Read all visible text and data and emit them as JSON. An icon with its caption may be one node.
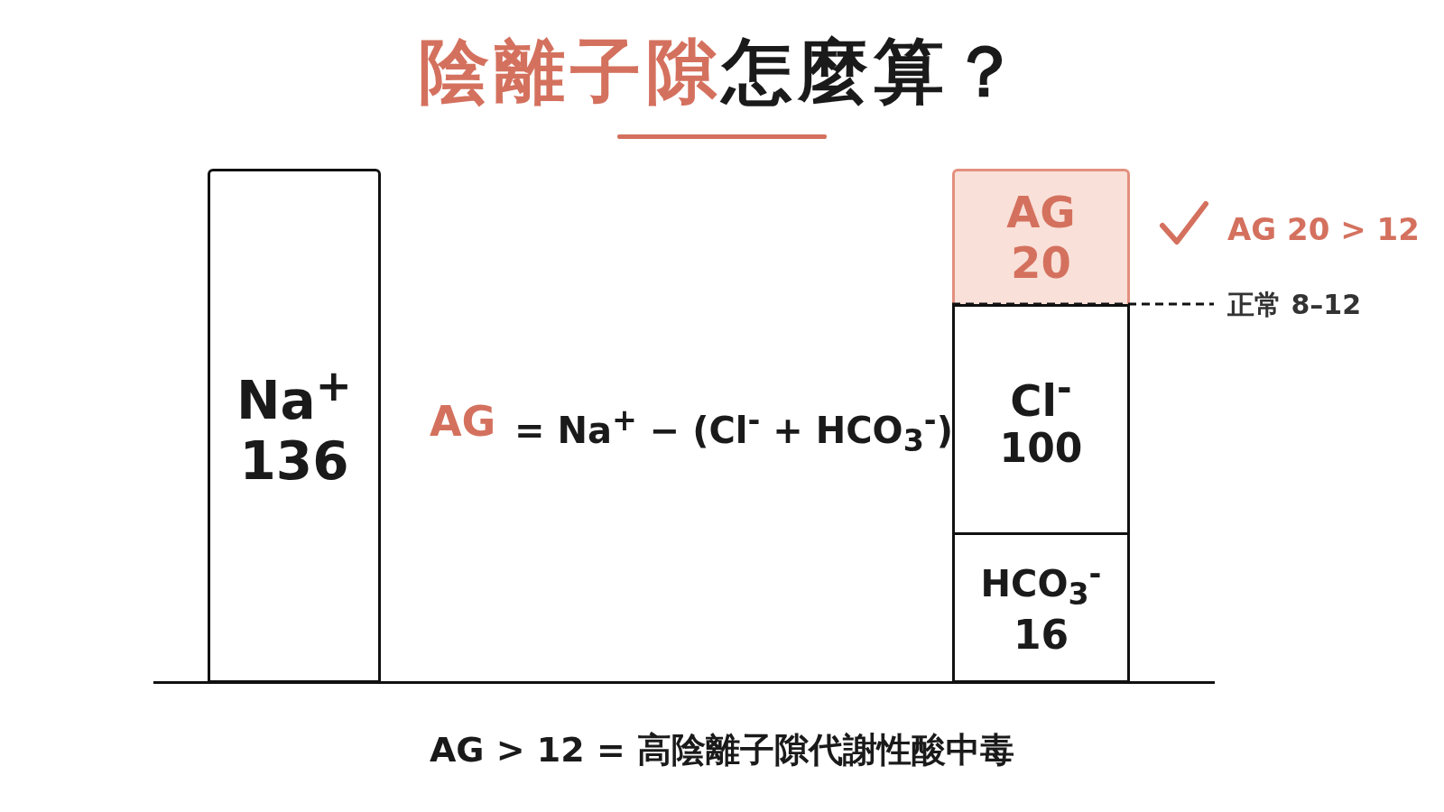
{
  "diagram": {
    "title": "陰離子隙怎麼算？",
    "nodes": [
      {
        "text": [
          "Na$^{+}$",
          "136"
        ]
      },
      {
        "text": [
          "AG",
          "20"
        ]
      },
      {
        "text": [
          "Cl$^{-}$",
          "100"
        ]
      },
      {
        "text": [
          "HCO$_{3}$$^{-}$",
          "16"
        ]
      }
    ],
    "edges": [],
    "labels": [
      "AG",
      "= Na$^{+}$ − (Cl$^{-}$ + HCO$_{3}$$^{-}$)",
      "AG 20 > 12",
      "正常 8–12",
      "AG > 12 = 高陰離子隙代謝性酸中毒"
    ]
  }
}
